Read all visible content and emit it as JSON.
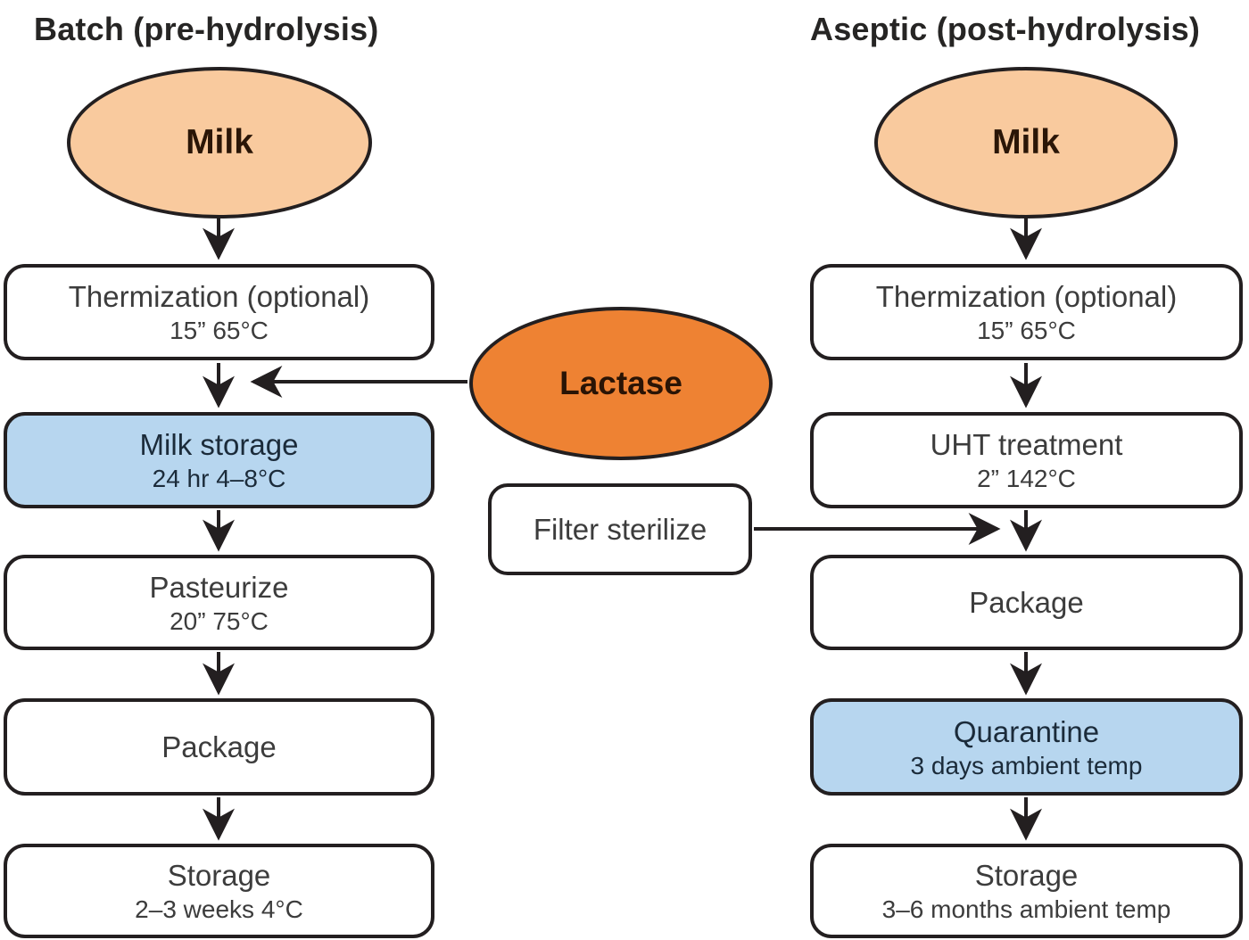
{
  "diagram": {
    "left": {
      "title": "Batch (pre-hydrolysis)",
      "source_label": "Milk",
      "steps": [
        {
          "label": "Thermization (optional)",
          "sub": "15” 65°C",
          "variant": "white"
        },
        {
          "label": "Milk storage",
          "sub": "24 hr 4–8°C",
          "variant": "blue"
        },
        {
          "label": "Pasteurize",
          "sub": "20” 75°C",
          "variant": "white"
        },
        {
          "label": "Package",
          "sub": "",
          "variant": "white"
        },
        {
          "label": "Storage",
          "sub": "2–3 weeks 4°C",
          "variant": "white"
        }
      ]
    },
    "right": {
      "title": "Aseptic (post-hydrolysis)",
      "source_label": "Milk",
      "steps": [
        {
          "label": "Thermization (optional)",
          "sub": "15” 65°C",
          "variant": "white"
        },
        {
          "label": "UHT treatment",
          "sub": "2” 142°C",
          "variant": "white"
        },
        {
          "label": "Package",
          "sub": "",
          "variant": "white"
        },
        {
          "label": "Quarantine",
          "sub": "3 days ambient temp",
          "variant": "blue"
        },
        {
          "label": "Storage",
          "sub": "3–6 months ambient temp",
          "variant": "white"
        }
      ]
    },
    "middle": {
      "lactase_label": "Lactase",
      "filter_label": "Filter sterilize"
    },
    "colors": {
      "milk_fill": "#f9ca9e",
      "lactase_fill": "#ee8233",
      "highlight_fill": "#b7d6ef",
      "stroke": "#231f20"
    }
  }
}
